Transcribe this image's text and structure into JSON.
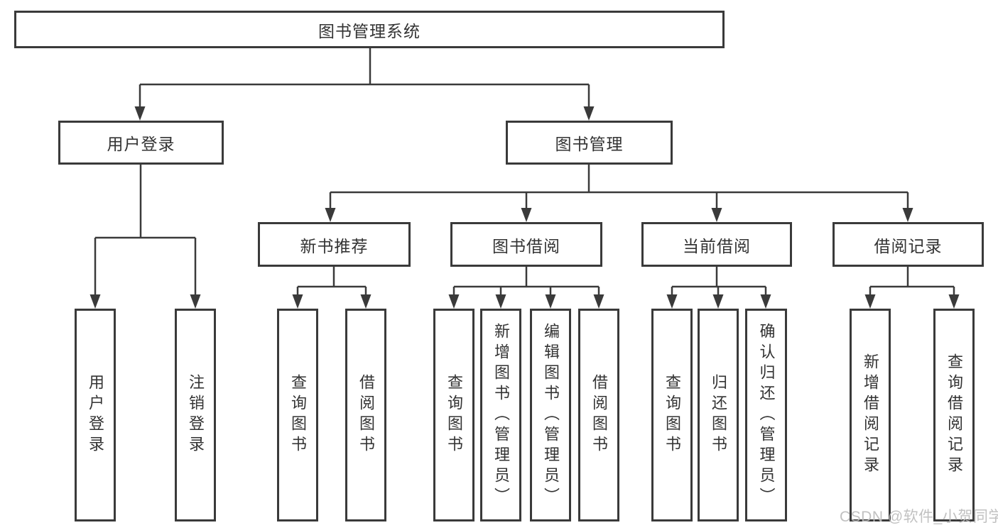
{
  "diagram": {
    "root": "图书管理系统",
    "branches": {
      "user_login": {
        "label": "用户登录",
        "children": [
          "用户登录",
          "注销登录"
        ]
      },
      "book_management": {
        "label": "图书管理",
        "sections": {
          "new_books": {
            "label": "新书推荐",
            "children": [
              "查询图书",
              "借阅图书"
            ]
          },
          "borrowing": {
            "label": "图书借阅",
            "children": [
              "查询图书",
              "新增图书（管理员）",
              "编辑图书（管理员）",
              "借阅图书"
            ]
          },
          "current": {
            "label": "当前借阅",
            "children": [
              "查询图书",
              "归还图书",
              "确认归还（管理员）"
            ]
          },
          "records": {
            "label": "借阅记录",
            "children": [
              "新增借阅记录",
              "查询借阅记录"
            ]
          }
        }
      }
    }
  },
  "watermark": "CSDN @软件_小贺同学",
  "colors": {
    "line": "#3a3a3a",
    "text": "#333333",
    "watermark": "#bcbcbc",
    "background": "#ffffff"
  }
}
